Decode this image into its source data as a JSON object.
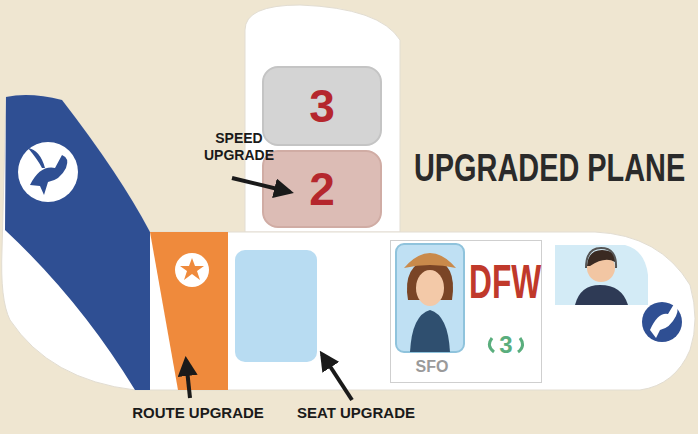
{
  "diagram": {
    "title": "UPGRADED PLANE",
    "nodes": [
      {
        "text": [
          "3"
        ]
      },
      {
        "text": [
          "2"
        ]
      },
      {
        "text": [
          "DFW",
          "SFO"
        ]
      }
    ],
    "labels": [
      "SPEED UPGRADE",
      "ROUTE UPGRADE",
      "SEAT UPGRADE",
      "3"
    ]
  }
}
